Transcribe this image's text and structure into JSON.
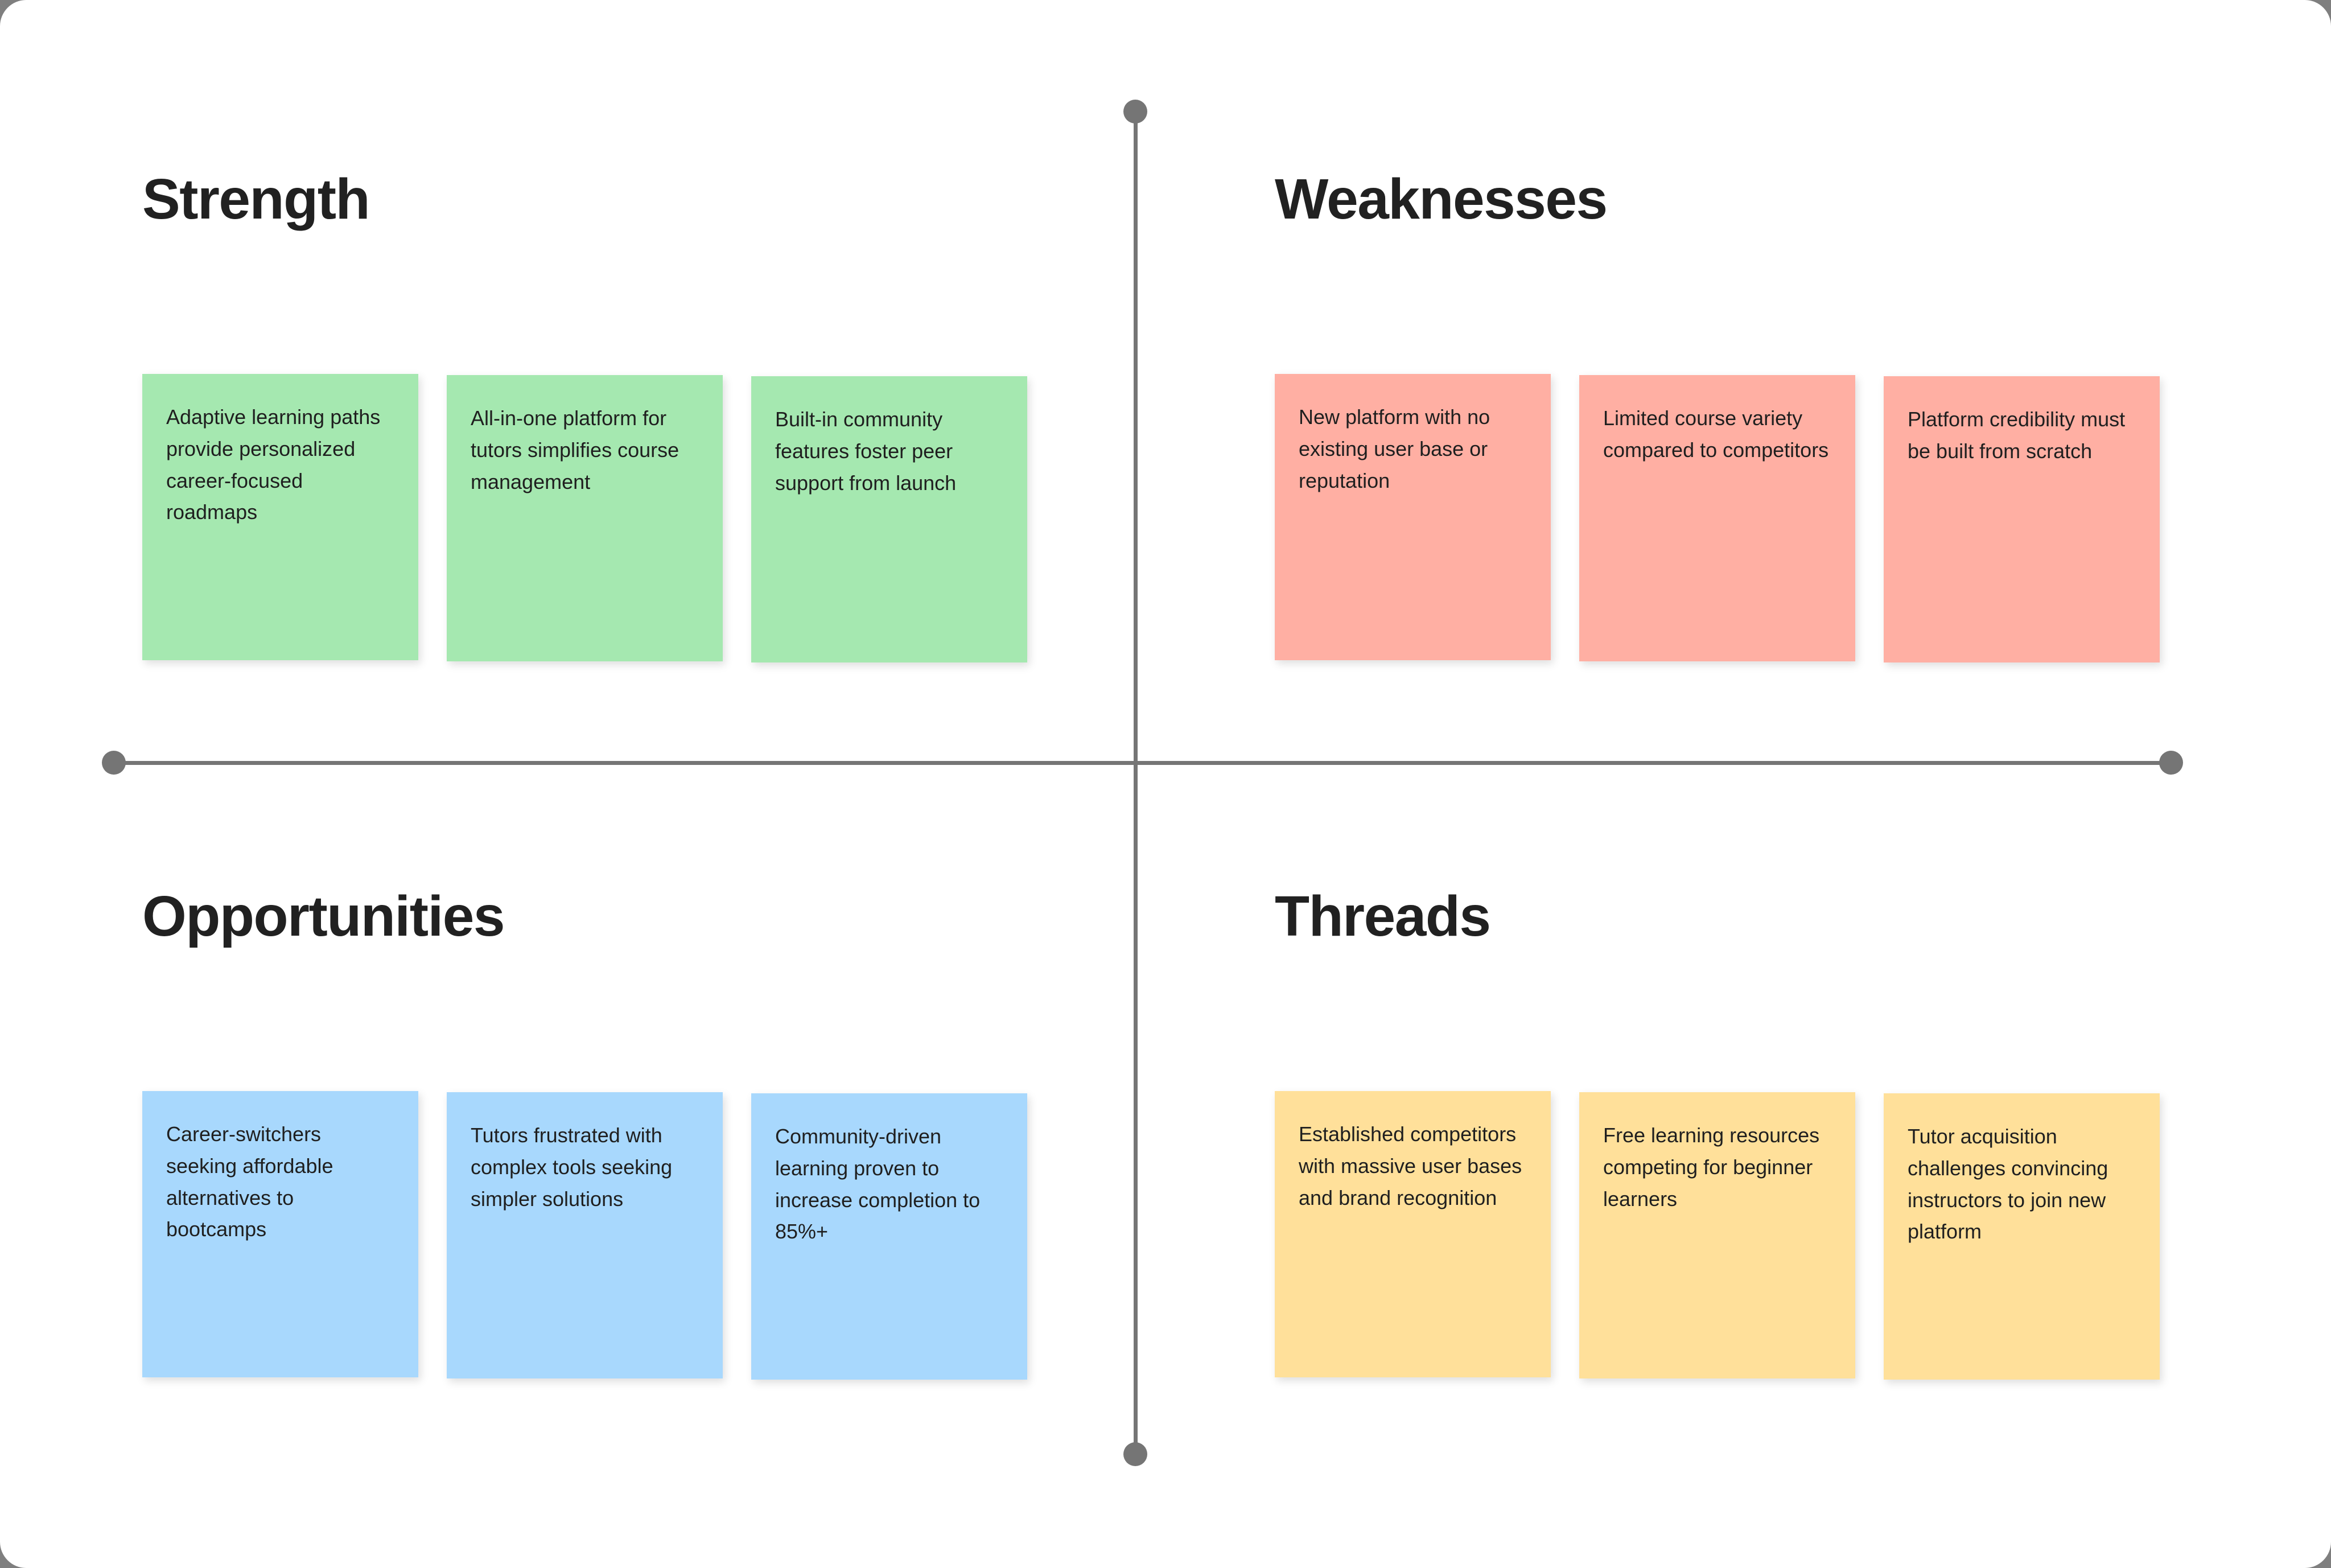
{
  "board": {
    "background_color": "#ffffff",
    "outer_background_color": "#7f7f7f",
    "divider_color": "#757575"
  },
  "quadrants": [
    {
      "key": "strength",
      "title": "Strength",
      "note_color": "#a5e8b0",
      "notes": [
        "Adaptive learning paths provide personalized career-focused roadmaps",
        "All-in-one platform for tutors simplifies course management",
        "Built-in community features foster peer support from launch"
      ]
    },
    {
      "key": "weaknesses",
      "title": "Weaknesses",
      "note_color": "#ffafa3",
      "notes": [
        "New platform with no existing user base or reputation",
        "Limited course variety compared to competitors",
        "Platform credibility must be built from scratch"
      ]
    },
    {
      "key": "opportunities",
      "title": "Opportunities",
      "note_color": "#a8d8fd",
      "notes": [
        "Career-switchers seeking affordable alternatives to bootcamps",
        "Tutors frustrated with complex tools seeking simpler solutions",
        "Community-driven learning proven to increase completion to 85%+"
      ]
    },
    {
      "key": "threads",
      "title": "Threads",
      "note_color": "#ffe09a",
      "notes": [
        "Established competitors with massive user bases and brand recognition",
        "Free learning resources competing for beginner learners",
        "Tutor acquisition challenges convincing instructors to join new platform"
      ]
    }
  ]
}
